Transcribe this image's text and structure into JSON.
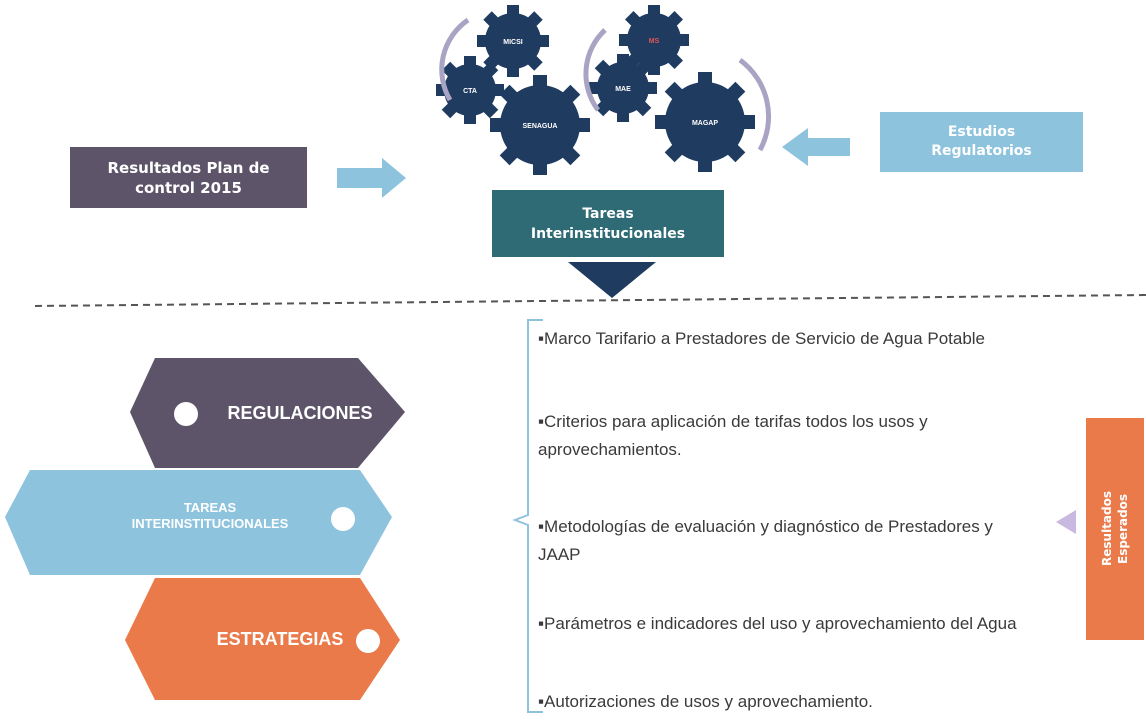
{
  "source_box": "Resultados Plan de\ncontrol 2015",
  "studies_box": "Estudios\nRegulatorios",
  "tasks_box": "Tareas\nInterinstitucionales",
  "gears": [
    "MICSI",
    "CTA",
    "SENAGUA",
    "MS",
    "MAE",
    "MAGAP"
  ],
  "hexagons": {
    "regulaciones": "REGULACIONES",
    "tareas": "TAREAS\nINTERINSTITUCIONALES",
    "estrategias": "ESTRATEGIAS"
  },
  "bullets": [
    "▪Marco Tarifario a Prestadores de Servicio de Agua Potable",
    "▪Criterios para aplicación de tarifas todos los usos y aprovechamientos.",
    "▪Metodologías de evaluación y diagnóstico de Prestadores y JAAP",
    "▪Parámetros e indicadores del uso y aprovechamiento del Agua",
    "▪Autorizaciones de usos y aprovechamiento."
  ],
  "results_label": "Resultados\nEsperados",
  "colors": {
    "purple": "#5e5469",
    "lightblue": "#8ec3de",
    "teal": "#2f6b74",
    "navy": "#1f3b60",
    "orange": "#ea7a4a",
    "arrowblue": "#8ec3de"
  }
}
